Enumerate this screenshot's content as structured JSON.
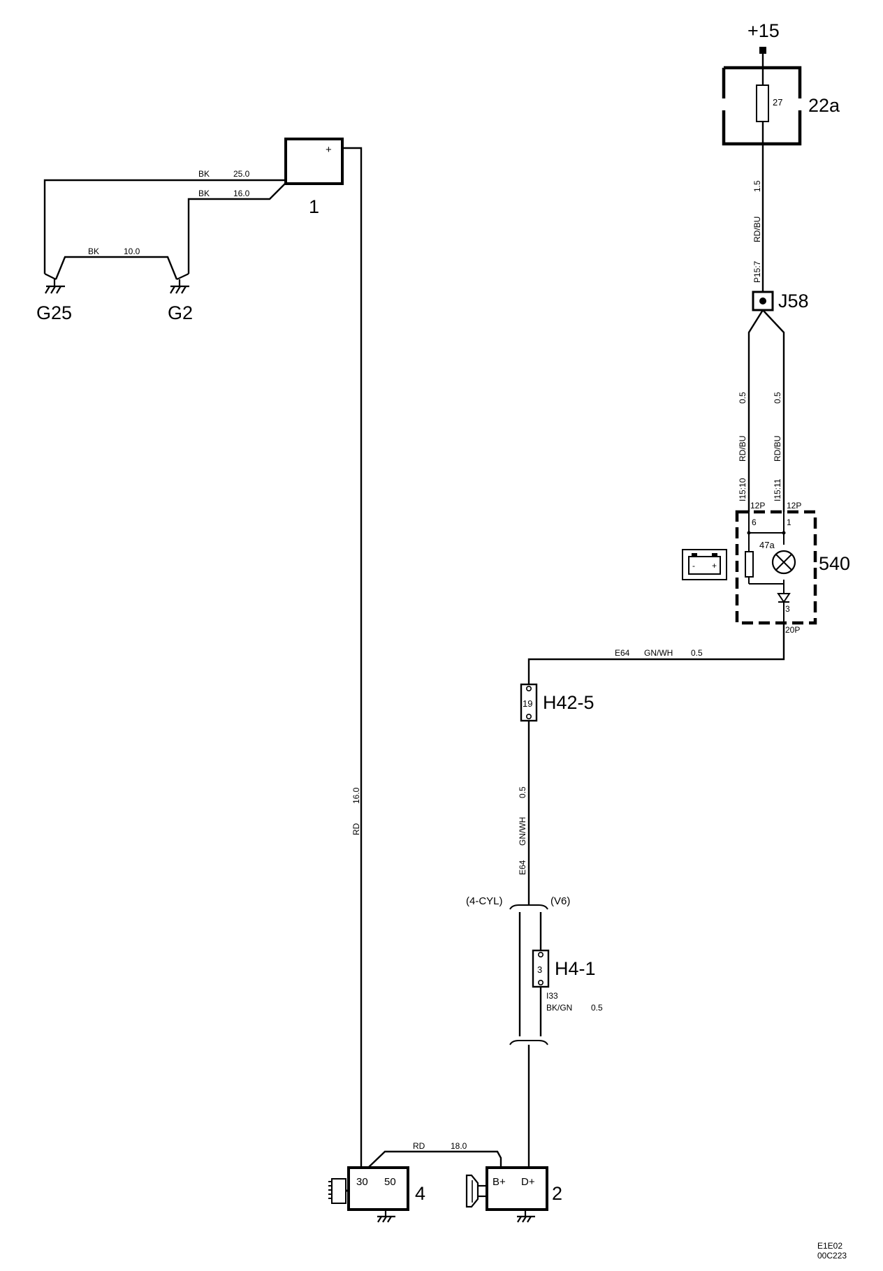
{
  "supply": {
    "label": "+15"
  },
  "fuse_box": {
    "label": "22a",
    "fuse_number": "27"
  },
  "battery": {
    "label": "1",
    "plus": "+",
    "minus": "-"
  },
  "grounds": {
    "g25": "G25",
    "g2": "G2"
  },
  "connectors": {
    "j58": "J58",
    "h42_5": {
      "label": "H42-5",
      "pin": "19"
    },
    "h4_1": {
      "label": "H4-1",
      "pin": "3"
    }
  },
  "instrument": {
    "label": "540",
    "pin_left": "6",
    "pin_right": "1",
    "pin_bottom": "3",
    "bulb_label": "47a",
    "conn_left": "12P",
    "conn_right": "12P",
    "conn_bottom": "20P",
    "battery_plus": "+",
    "battery_minus": "-"
  },
  "starter": {
    "label": "4",
    "t30": "30",
    "t50": "50"
  },
  "generator": {
    "label": "2",
    "b_plus": "B+",
    "d_plus": "D+"
  },
  "variants": {
    "left": "(4-CYL)",
    "right": "(V6)"
  },
  "wires": {
    "bk25": {
      "color": "BK",
      "size": "25.0"
    },
    "bk16": {
      "color": "BK",
      "size": "16.0"
    },
    "bk10": {
      "color": "BK",
      "size": "10.0"
    },
    "rd16": {
      "color": "RD",
      "size": "16.0"
    },
    "rd18": {
      "color": "RD",
      "size": "18.0"
    },
    "p15_7": {
      "id": "P15:7",
      "color": "RD/BU",
      "size": "1.5"
    },
    "i15_10": {
      "id": "I15:10",
      "color": "RD/BU",
      "size": "0.5"
    },
    "i15_11": {
      "id": "I15:11",
      "color": "RD/BU",
      "size": "0.5"
    },
    "e64_top": {
      "id": "E64",
      "color": "GN/WH",
      "size": "0.5"
    },
    "e64_vert": {
      "id": "E64",
      "color": "GN/WH",
      "size": "0.5"
    },
    "i33": {
      "id": "I33",
      "color": "BK/GN",
      "size": "0.5"
    }
  },
  "code": {
    "line1": "E1E02",
    "line2": "00C223"
  }
}
